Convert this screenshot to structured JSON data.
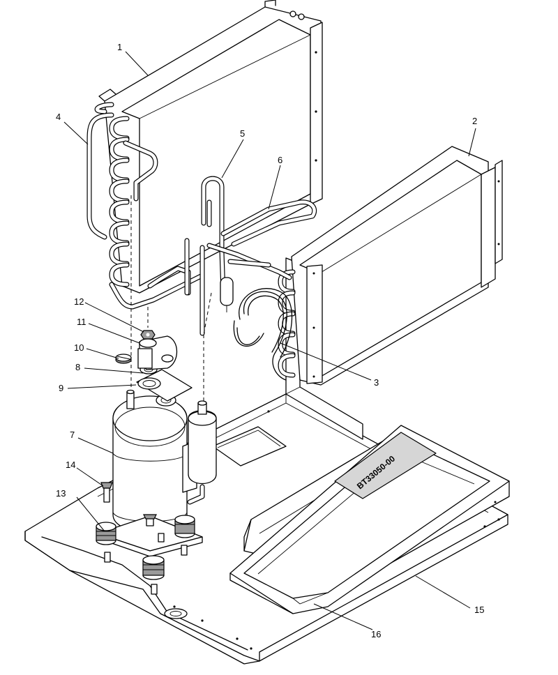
{
  "callouts": [
    {
      "id": "c1",
      "label": "1"
    },
    {
      "id": "c2",
      "label": "2"
    },
    {
      "id": "c3",
      "label": "3"
    },
    {
      "id": "c4",
      "label": "4"
    },
    {
      "id": "c5",
      "label": "5"
    },
    {
      "id": "c6",
      "label": "6"
    },
    {
      "id": "c7",
      "label": "7"
    },
    {
      "id": "c8",
      "label": "8"
    },
    {
      "id": "c9",
      "label": "9"
    },
    {
      "id": "c10",
      "label": "10"
    },
    {
      "id": "c11",
      "label": "11"
    },
    {
      "id": "c12",
      "label": "12"
    },
    {
      "id": "c13",
      "label": "13"
    },
    {
      "id": "c14",
      "label": "14"
    },
    {
      "id": "c15",
      "label": "15"
    },
    {
      "id": "c16",
      "label": "16"
    }
  ],
  "part_stamp": "BT33050-00"
}
